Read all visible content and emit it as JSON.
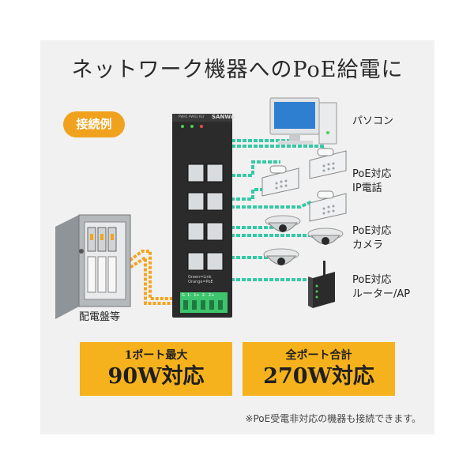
{
  "title": "ネットワーク機器へのPoE給電に",
  "badge": "接続例",
  "switch": {
    "brand": "SANWA",
    "indicator_text": "PWR1 PWR2 RLY",
    "led_legend": "Green=Link\nOrange=PoE",
    "terminal_text": "G  1-  1+  2-  2+"
  },
  "labels": {
    "pc": "パソコン",
    "ip_phone_line1": "PoE対応",
    "ip_phone_line2": "IP電話",
    "camera_line1": "PoE対応",
    "camera_line2": "カメラ",
    "router_line1": "PoE対応",
    "router_line2": "ルーター/AP",
    "panel": "配電盤等"
  },
  "specs": [
    {
      "small": "1ポート最大",
      "big": "90W対応"
    },
    {
      "small": "全ポート合計",
      "big": "270W対応"
    }
  ],
  "note": "※PoE受電非対応の機器も接続できます。",
  "colors": {
    "poe_cable": "#35c9a5",
    "power_cable": "#f4a41e",
    "accent": "#f0a21e",
    "spec_box": "#f5b21c",
    "switch_body": "#2b2b2b"
  },
  "icons": [
    "computer-icon",
    "ip-phone-icon",
    "dome-camera-icon",
    "router-icon",
    "distribution-panel-icon",
    "network-switch-icon"
  ]
}
